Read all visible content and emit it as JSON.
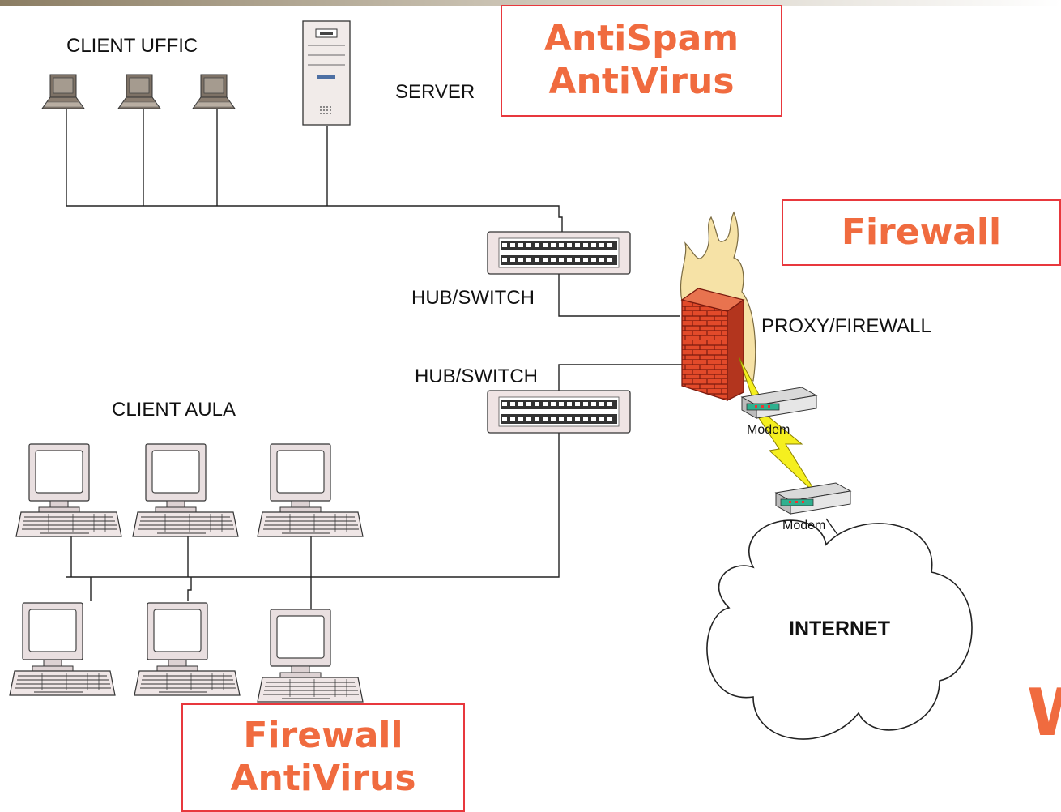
{
  "labels": {
    "client_uffic": "CLIENT UFFIC",
    "server": "SERVER",
    "hub_switch_1": "HUB/SWITCH",
    "hub_switch_2": "HUB/SWITCH",
    "proxy_firewall": "PROXY/FIREWALL",
    "client_aula": "CLIENT AULA",
    "modem_1": "Modem",
    "modem_2": "Modem",
    "internet": "INTERNET"
  },
  "callouts": {
    "antispam": {
      "line1": "AntiSpam",
      "line2": "AntiVirus"
    },
    "firewall_right": {
      "line1": "Firewall"
    },
    "firewall_bottom": {
      "line1": "Firewall",
      "line2": "AntiVirus"
    }
  },
  "edge_text": "W",
  "colors": {
    "callout_text": "#f06b3f",
    "callout_border": "#e8383d",
    "lines": "#222222",
    "brick": "#e24a2a",
    "flame": "#f6e2a6",
    "lightning": "#f5ef1f"
  }
}
